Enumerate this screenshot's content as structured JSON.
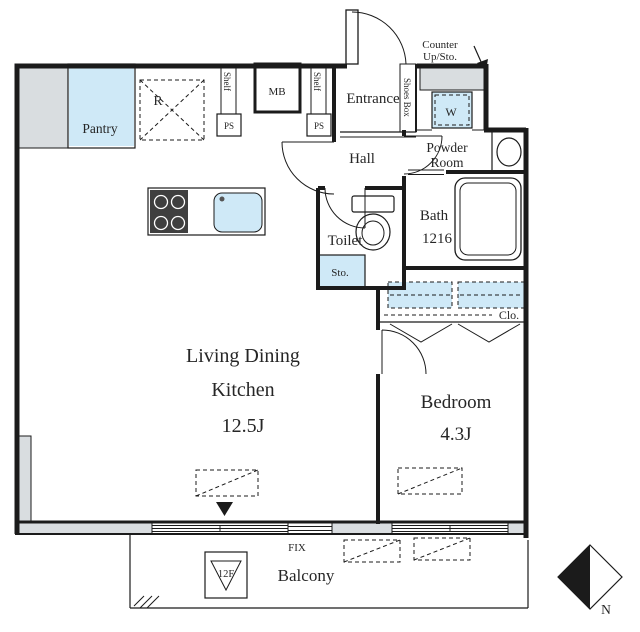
{
  "plan": {
    "labels": {
      "pantry": "Pantry",
      "fridge": "R",
      "shelf": "Shelf",
      "ps": "PS",
      "mb": "MB",
      "entrance": "Entrance",
      "shoes_box": "Shoes Box",
      "counter_line1": "Counter",
      "counter_line2": "Up/Sto.",
      "washer": "W",
      "powder_line1": "Powder",
      "powder_line2": "Room",
      "hall": "Hall",
      "toilet": "Toilet",
      "storage": "Sto.",
      "bath_line1": "Bath",
      "bath_line2": "1216",
      "closet": "Clo.",
      "ldk_line1": "Living Dining",
      "ldk_line2": "Kitchen",
      "ldk_size": "12.5J",
      "bedroom": "Bedroom",
      "bedroom_size": "4.3J",
      "fix": "FIX",
      "balcony": "Balcony",
      "hatch_floor": "12F",
      "north": "N"
    },
    "colors": {
      "room_blue": "#cfe9f7",
      "wall_gray": "#d9dde0",
      "fixture_dark": "#3f3f3f",
      "line": "#1b1b1b",
      "text": "#262626"
    }
  }
}
